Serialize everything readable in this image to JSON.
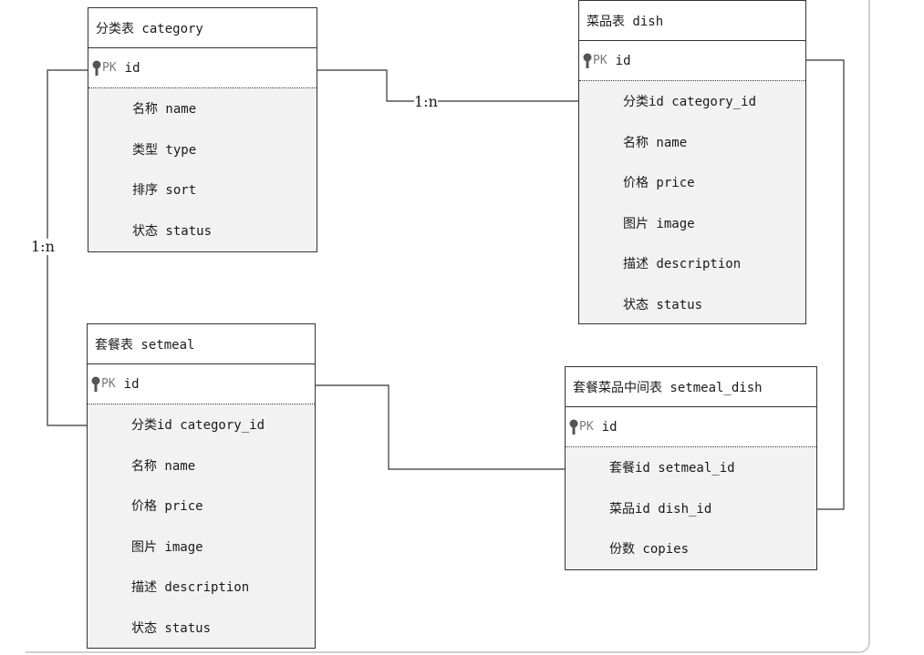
{
  "diagram": {
    "entities": [
      {
        "id": "category",
        "title": "分类表 category",
        "pk": {
          "tag": "PK",
          "name": "id"
        },
        "fields": [
          "名称 name",
          "类型 type",
          "排序 sort",
          "状态 status"
        ]
      },
      {
        "id": "dish",
        "title": "菜品表 dish",
        "pk": {
          "tag": "PK",
          "name": "id"
        },
        "fields": [
          "分类id category_id",
          "名称 name",
          "价格 price",
          "图片 image",
          "描述 description",
          "状态 status"
        ]
      },
      {
        "id": "setmeal",
        "title": "套餐表 setmeal",
        "pk": {
          "tag": "PK",
          "name": "id"
        },
        "fields": [
          "分类id category_id",
          "名称 name",
          "价格 price",
          "图片 image",
          "描述 description",
          "状态 status"
        ]
      },
      {
        "id": "setmeal_dish",
        "title": "套餐菜品中间表 setmeal_dish",
        "pk": {
          "tag": "PK",
          "name": "id"
        },
        "fields": [
          "套餐id setmeal_id",
          "菜品id dish_id",
          "份数 copies"
        ]
      }
    ],
    "relations": [
      {
        "from": "category",
        "to": "dish",
        "label": "1:n"
      },
      {
        "from": "category",
        "to": "setmeal",
        "label": "1:n"
      },
      {
        "from": "setmeal",
        "to": "setmeal_dish",
        "label": ""
      },
      {
        "from": "dish",
        "to": "setmeal_dish",
        "label": ""
      }
    ]
  }
}
